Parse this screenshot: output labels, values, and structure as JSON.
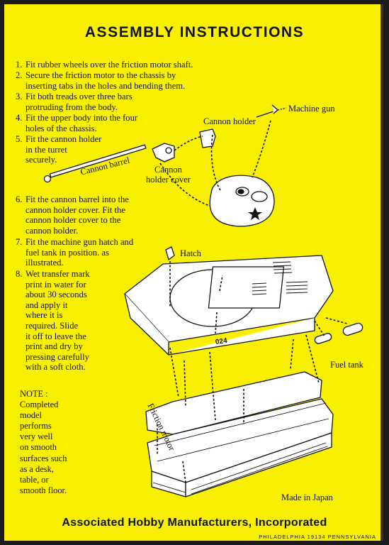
{
  "title": "ASSEMBLY INSTRUCTIONS",
  "steps": [
    {
      "num": "1.",
      "lines": [
        "Fit rubber wheels over the friction motor shaft."
      ]
    },
    {
      "num": "2.",
      "lines": [
        "Secure the friction motor to the chassis by",
        "inserting  tabs  in the holes and bending them."
      ]
    },
    {
      "num": "3.",
      "lines": [
        "Fit both treads over three bars",
        "protruding from the body."
      ]
    },
    {
      "num": "4.",
      "lines": [
        "Fit the upper body into the four",
        "holes of the chassis."
      ]
    },
    {
      "num": "5.",
      "lines": [
        "Fit the cannon holder",
        "in the turret",
        "securely."
      ]
    },
    {
      "num": "6.",
      "lines": [
        "Fit the cannon barrel into the",
        "cannon holder cover.   Fit the",
        "cannon holder cover to the",
        "cannon holder."
      ]
    },
    {
      "num": "7.",
      "lines": [
        "Fit the machine gun hatch and",
        "fuel tank in position. as",
        "illustrated."
      ]
    },
    {
      "num": "8.",
      "lines": [
        "Wet transfer mark",
        "print in water for",
        "about 30 seconds",
        "and apply it",
        "where it is",
        "required.  Slide",
        "it off to leave the",
        "print and dry by",
        "pressing carefully",
        "with a soft cloth."
      ]
    }
  ],
  "labels": {
    "machine_gun": "Machine gun",
    "cannon_holder": "Cannon holder",
    "cannon_barrel": "Cannon barrel",
    "cannon_holder_cover_1": "Cannon",
    "cannon_holder_cover_2": "holder cover",
    "hatch": "Hatch",
    "fuel_tank": "Fuel tank",
    "friction_motor": "Friction motor",
    "hull_number": "024"
  },
  "note": {
    "heading": "NOTE :",
    "lines": [
      "Completed",
      "model",
      "performs",
      "very well",
      "on smooth",
      "surfaces such",
      "as a desk,",
      "table, or",
      "smooth floor."
    ]
  },
  "made_in": "Made in Japan",
  "footer": "Associated Hobby Manufacturers, Incorporated",
  "city": "PHILADELPHIA  19134  PENNSYLVANIA",
  "colors": {
    "paper": "#f8f000",
    "ink": "#111111",
    "frame": "#1c1a1a"
  }
}
